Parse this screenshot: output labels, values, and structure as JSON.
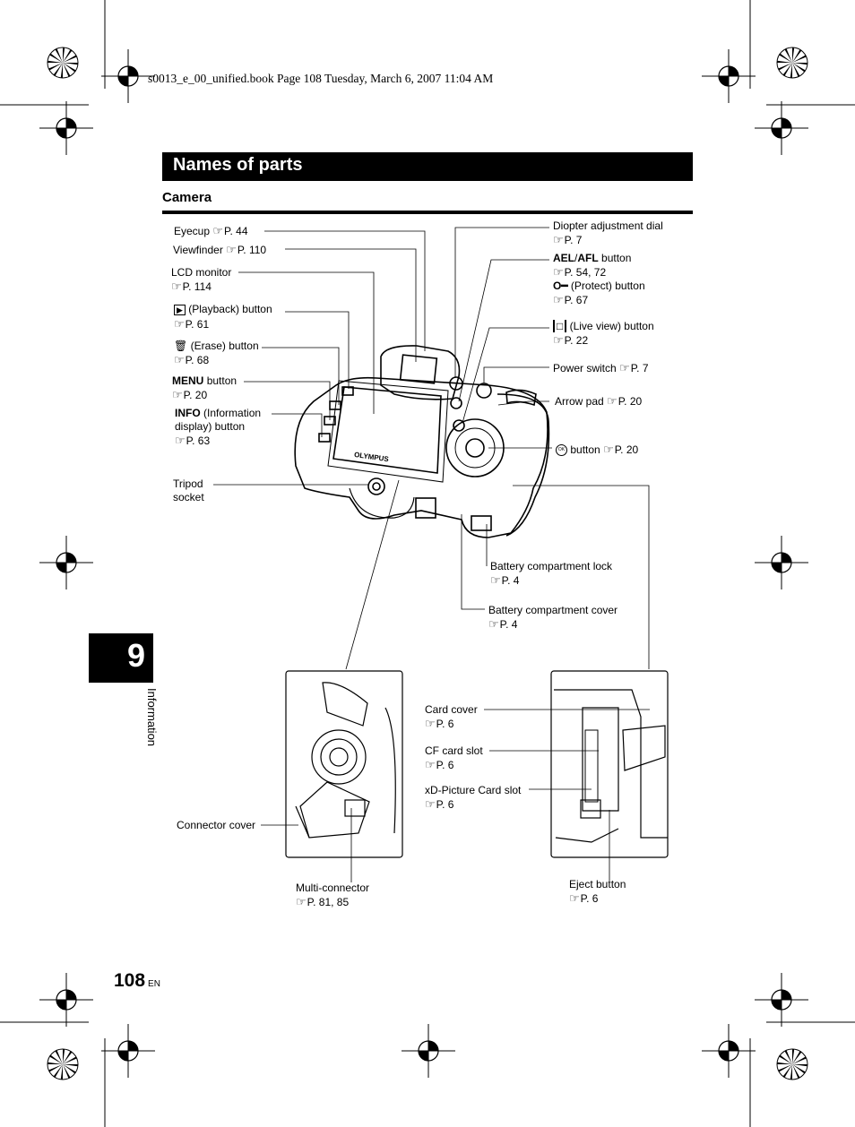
{
  "book_header": "s0013_e_00_unified.book  Page 108  Tuesday, March 6, 2007  11:04 AM",
  "section_title": "Names of parts",
  "subsection_title": "Camera",
  "chapter": {
    "number": "9",
    "name": "Information"
  },
  "page": {
    "number": "108",
    "lang": "EN"
  },
  "brand": "OLYMPUS",
  "labels": {
    "eyecup": {
      "name": "Eyecup",
      "ref": "P. 44"
    },
    "viewfinder": {
      "name": "Viewfinder",
      "ref": "P. 110"
    },
    "lcd": {
      "name": "LCD monitor",
      "ref": "P. 114"
    },
    "playback": {
      "name": "(Playback) button",
      "ref": "P. 61"
    },
    "erase": {
      "name": "(Erase) button",
      "ref": "P. 68"
    },
    "menu": {
      "key": "MENU",
      "name": "button",
      "ref": "P. 20"
    },
    "info": {
      "key": "INFO",
      "name1": "(Information",
      "name2": "display) button",
      "ref": "P. 63"
    },
    "tripod": {
      "l1": "Tripod",
      "l2": "socket"
    },
    "diopter": {
      "name": "Diopter adjustment dial",
      "ref": "P. 7"
    },
    "ael": {
      "key1": "AEL",
      "sep": "/",
      "key2": "AFL",
      "name": "button",
      "ref": "P. 54, 72",
      "protect": "(Protect) button",
      "ref2": "P. 67"
    },
    "liveview": {
      "name": "(Live view) button",
      "ref": "P. 22"
    },
    "power": {
      "name": "Power switch",
      "ref": "P. 7"
    },
    "arrowpad": {
      "name": "Arrow pad",
      "ref": "P. 20"
    },
    "ok": {
      "name": "button",
      "ref": "P. 20"
    },
    "batlock": {
      "name": "Battery compartment lock",
      "ref": "P. 4"
    },
    "batcover": {
      "name": "Battery compartment cover",
      "ref": "P. 4"
    },
    "cardcover": {
      "name": "Card cover",
      "ref": "P. 6"
    },
    "cfslot": {
      "name": "CF card slot",
      "ref": "P. 6"
    },
    "xdslot": {
      "name": "xD-Picture Card slot",
      "ref": "P. 6"
    },
    "connector": {
      "name": "Connector cover"
    },
    "multi": {
      "name": "Multi-connector",
      "ref": "P. 81, 85"
    },
    "eject": {
      "name": "Eject button",
      "ref": "P. 6"
    }
  }
}
